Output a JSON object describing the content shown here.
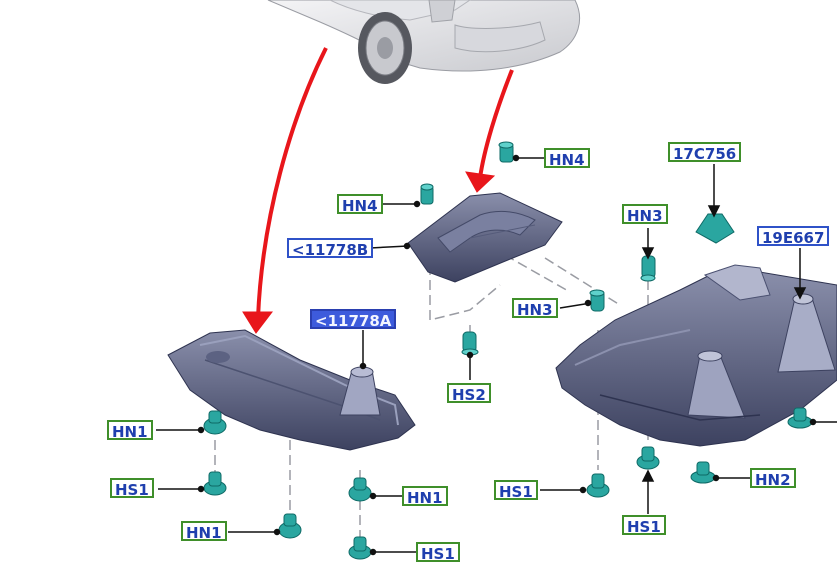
{
  "labels": {
    "hn4_top": "HN4",
    "hn4_left": "HN4",
    "p11778b": "<11778B",
    "p11778a": "<11778A",
    "p17c756": "17C756",
    "p19e667": "19E667",
    "hn3_upper": "HN3",
    "hn3_left": "HN3",
    "hs2": "HS2",
    "hn1_a": "HN1",
    "hs1_a": "HS1",
    "hn1_b": "HN1",
    "hn1_c": "HN1",
    "hs1_b": "HS1",
    "hs1_c": "HS1",
    "hs1_d": "HS1",
    "hn2": "HN2"
  },
  "selected_part": "<11778A",
  "colors": {
    "hardware_border": "#3f8f2a",
    "part_border": "#2f52c8",
    "label_text": "#1f3fae",
    "selected_fill": "#3d5bdc",
    "arrow": "#e8161b",
    "panel": "#3f4560",
    "fastener": "#2aa6a0"
  }
}
